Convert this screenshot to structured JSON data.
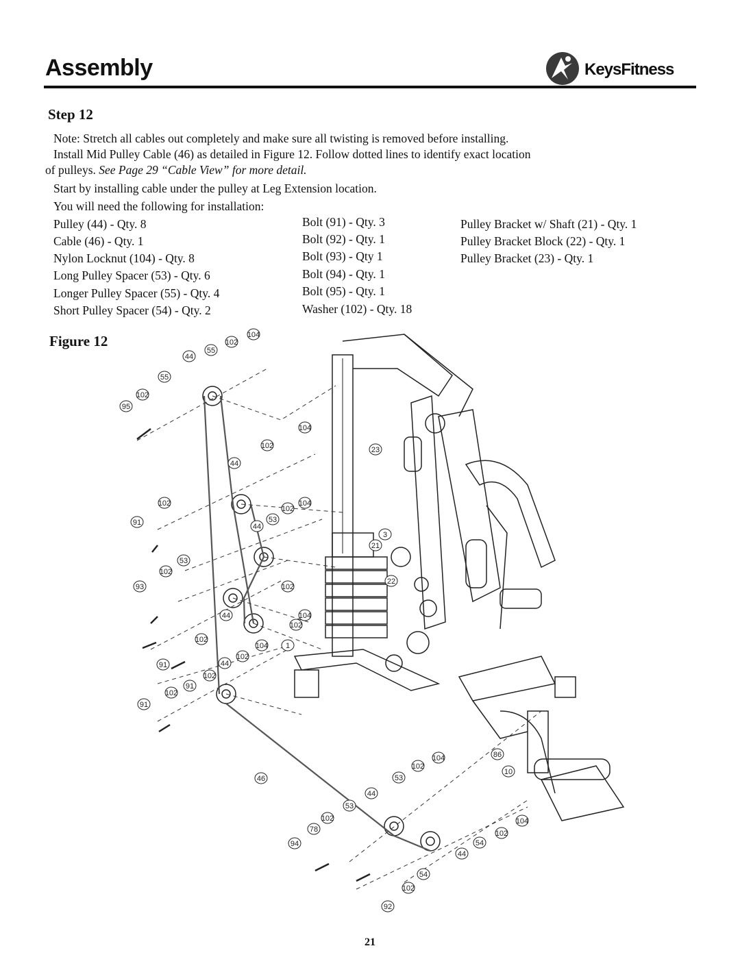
{
  "header": {
    "title": "Assembly",
    "brand": "KeysFitness"
  },
  "step": {
    "heading": "Step 12"
  },
  "instructions": {
    "note": "Note:  Stretch all cables out completely and make sure all twisting is removed before installing.",
    "install_line1": "Install Mid Pulley Cable (46) as detailed in Figure 12.  Follow dotted lines to identify exact location",
    "install_line2_plain": "of pulleys. ",
    "install_line2_italic": "See Page 29 “Cable View” for more detail.",
    "start": "Start by installing cable under the pulley at Leg Extension location.",
    "need": "You will need the following for installation:"
  },
  "parts": {
    "col1": [
      "Pulley (44) - Qty. 8",
      "Cable (46) - Qty. 1",
      "Nylon Locknut (104) - Qty. 8",
      "Long Pulley Spacer (53) - Qty. 6",
      "Longer Pulley Spacer (55) - Qty. 4",
      "Short Pulley Spacer (54) - Qty. 2"
    ],
    "col2": [
      "Bolt (91) - Qty. 3",
      "Bolt (92) - Qty. 1",
      "Bolt (93) - Qty 1",
      "Bolt (94) - Qty. 1",
      "Bolt (95) - Qty. 1",
      "Washer (102) - Qty. 18"
    ],
    "col3": [
      "Pulley Bracket w/ Shaft (21) - Qty. 1",
      "Pulley Bracket Block (22) - Qty. 1",
      "Pulley Bracket (23) - Qty. 1"
    ]
  },
  "figure": {
    "title": "Figure 12",
    "callouts": [
      "104",
      "102",
      "55",
      "44",
      "55",
      "102",
      "95",
      "104",
      "102",
      "23",
      "44",
      "104",
      "102",
      "53",
      "44",
      "102",
      "91",
      "3",
      "21",
      "53",
      "102",
      "22",
      "93",
      "102",
      "44",
      "104",
      "102",
      "102",
      "104",
      "1",
      "91",
      "102",
      "44",
      "102",
      "91",
      "102",
      "91",
      "104",
      "86",
      "102",
      "10",
      "46",
      "53",
      "44",
      "53",
      "102",
      "78",
      "104",
      "94",
      "102",
      "54",
      "44",
      "54",
      "102",
      "92"
    ]
  },
  "footer": {
    "page_number": "21"
  }
}
